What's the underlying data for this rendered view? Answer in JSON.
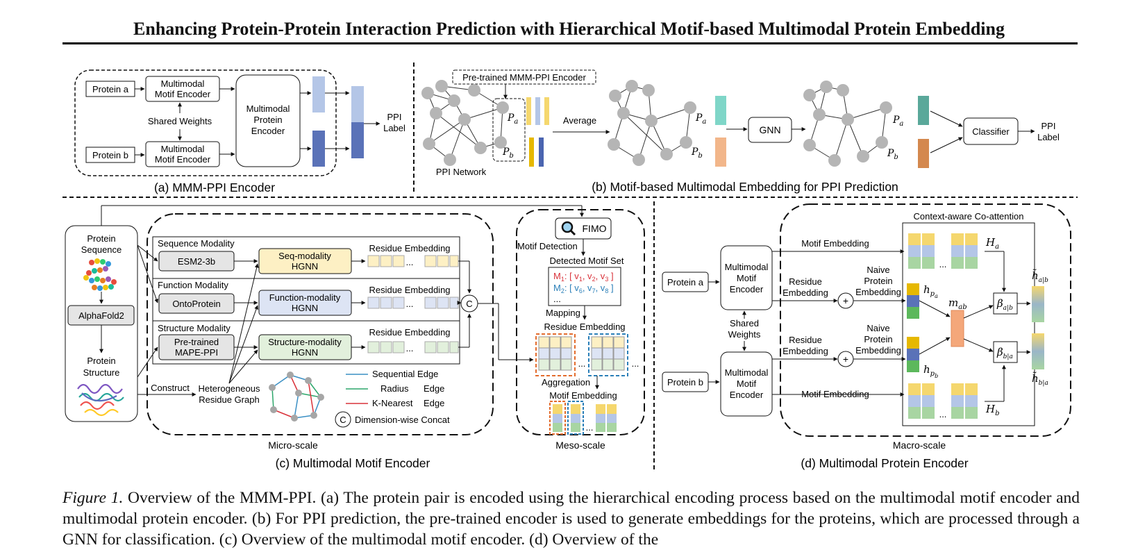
{
  "header": {
    "title": "Enhancing Protein-Protein Interaction Prediction with Hierarchical Motif-based Multimodal Protein Embedding"
  },
  "panel_a": {
    "protein_a": "Protein a",
    "protein_b": "Protein b",
    "motif_encoder": [
      "Multimodal",
      "Motif Encoder"
    ],
    "shared_weights": "Shared Weights",
    "protein_encoder": [
      "Multimodal",
      "Protein",
      "Encoder"
    ],
    "ppi_label": [
      "PPI",
      "Label"
    ],
    "caption": "(a) MMM-PPI Encoder"
  },
  "panel_b": {
    "pretrained": "Pre-trained MMM-PPI Encoder",
    "pa": "P",
    "pa_sub": "a",
    "pb": "P",
    "pb_sub": "b",
    "average": "Average",
    "ppi_network": "PPI Network",
    "gnn": "GNN",
    "classifier": "Classifier",
    "ppi_label": [
      "PPI",
      "Label"
    ],
    "caption": "(b) Motif-based Multimodal Embedding for PPI Prediction"
  },
  "panel_c": {
    "protein_sequence": [
      "Protein",
      "Sequence"
    ],
    "alphafold": "AlphaFold2",
    "protein_structure": [
      "Protein",
      "Structure"
    ],
    "construct": "Construct",
    "hetero_graph": [
      "Heterogeneous",
      "Residue Graph"
    ],
    "sequence_modality": "Sequence Modality",
    "function_modality": "Function Modality",
    "structure_modality": "Structure Modality",
    "esm": "ESM2-3b",
    "onto": "OntoProtein",
    "mape": [
      "Pre-trained",
      "MAPE-PPI"
    ],
    "seq_hgnn": [
      "Seq-modality",
      "HGNN"
    ],
    "func_hgnn": [
      "Function-modality",
      "HGNN"
    ],
    "struct_hgnn": [
      "Structure-modality",
      "HGNN"
    ],
    "residue_embedding": "Residue Embedding",
    "concat_symbol": "C",
    "legend": {
      "sequential": "Sequential Edge",
      "radius": "Radius",
      "knearest": "K-Nearest",
      "edge": "Edge",
      "concat": "Dimension-wise Concat"
    },
    "edge_colors": {
      "sequential": "#3a8fc4",
      "radius": "#2ca66a",
      "knearest": "#d9323a"
    },
    "micro_scale": "Micro-scale",
    "fimo": "FIMO",
    "motif_detection": "Motif Detection",
    "detected_motif_set": "Detected Motif Set",
    "motif_set": [
      {
        "label": "M",
        "sub": "1",
        "rest": ": [ v",
        "items": [
          "1",
          "2",
          "3"
        ],
        "color": "#d9323a"
      },
      {
        "label": "M",
        "sub": "2",
        "rest": ": [ v",
        "items": [
          "6",
          "7",
          "8"
        ],
        "color": "#2a7fb8"
      }
    ],
    "ellipsis": "...",
    "mapping": "Mapping",
    "residue_embedding2": "Residue Embedding",
    "aggregation": "Aggregation",
    "motif_embedding": "Motif Embedding",
    "meso_scale": "Meso-scale",
    "caption": "(c) Multimodal Motif Encoder"
  },
  "panel_d": {
    "protein_a": "Protein a",
    "protein_b": "Protein b",
    "encoder": [
      "Multimodal",
      "Motif",
      "Encoder"
    ],
    "shared_weights": [
      "Shared",
      "Weights"
    ],
    "coattention": "Context-aware Co-attention",
    "motif_embedding": "Motif Embedding",
    "residue_embedding": [
      "Residue",
      "Embedding"
    ],
    "naive": [
      "Naive",
      "Protein",
      "Embedding"
    ],
    "ha": "H",
    "ha_sub": "a",
    "hb": "H",
    "hb_sub": "b",
    "hpa": "h",
    "hpa_sub": "p",
    "hpa_subsub": "a",
    "hpb": "h",
    "hpb_sub": "p",
    "hpb_subsub": "b",
    "mab": "m",
    "mab_sub": "ab",
    "beta_ab": "β",
    "beta_ab_sub": "a|b",
    "beta_ba": "β",
    "beta_ba_sub": "b|a",
    "hab": "h̃",
    "hab_sub": "a|b",
    "hba": "h̃",
    "hba_sub": "b|a",
    "macro_scale": "Macro-scale",
    "caption": "(d) Multimodal Protein Encoder"
  },
  "colors": {
    "light_blue": "#b4c6e7",
    "dark_blue": "#5a72b8",
    "yellow": "#f5d76e",
    "green": "#a8d5a2",
    "teal": "#7fd6c8",
    "orange": "#f2b68a",
    "peach": "#f4a77a",
    "node_gray": "#b5b5b5"
  },
  "caption": {
    "label": "Figure 1.",
    "text": " Overview of the MMM-PPI. (a) The protein pair is encoded using the hierarchical encoding process based on the multimodal motif encoder and multimodal protein encoder. (b) For PPI prediction, the pre-trained encoder is used to generate embeddings for the proteins, which are processed through a GNN for classification. (c) Overview of the multimodal motif encoder. (d) Overview of the"
  }
}
